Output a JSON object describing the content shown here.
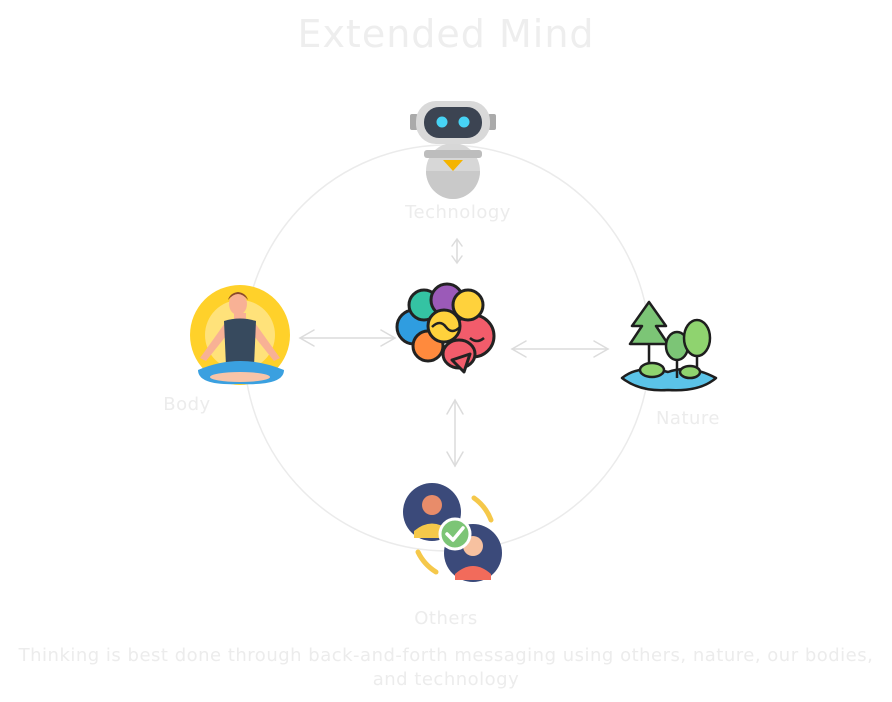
{
  "diagram": {
    "title": "Extended Mind",
    "nodes": {
      "technology": {
        "label": "Technology",
        "icon": "robot-icon"
      },
      "body": {
        "label": "Body",
        "icon": "meditating-person-icon"
      },
      "nature": {
        "label": "Nature",
        "icon": "forest-icon"
      },
      "others": {
        "label": "Others",
        "icon": "people-connected-icon"
      },
      "center": {
        "icon": "colorful-brain-icon"
      }
    },
    "caption": {
      "line1": "Thinking is best done through back-and-forth messaging using others, nature, our bodies,",
      "line2": "and technology"
    },
    "colors": {
      "text": "#ececec",
      "lines": "#e8e8e8",
      "arrows": "#dcdcdc"
    }
  }
}
